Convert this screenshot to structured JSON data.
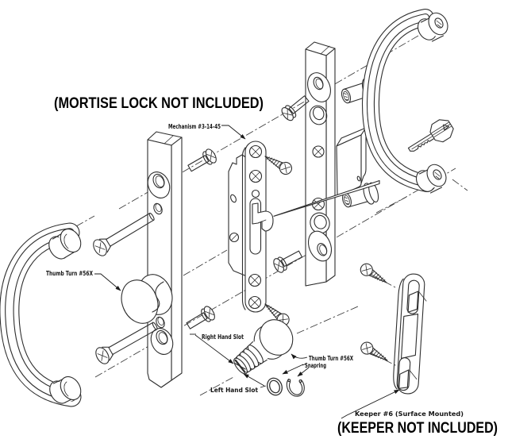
{
  "notes": {
    "mortise": "(MORTISE LOCK NOT INCLUDED)",
    "keeper": "(KEEPER NOT INCLUDED)"
  },
  "callouts": {
    "mechanism": "Mechanism #3-14-45",
    "thumb_turn": "Thumb Turn #56X",
    "right_hand_slot": "Right Hand Slot",
    "thumb_turn_2": "Thumb Turn #56X",
    "snapring": "Snapring",
    "left_hand_slot": "Left Hand Slot",
    "keeper_part": "Keeper #6 (Surface Mounted)"
  },
  "colors": {
    "background": "#ffffff",
    "line": "#2e2e2e",
    "text": "#000000"
  },
  "parts": [
    "interior-handle",
    "interior-plate",
    "thumb-turn-knob",
    "long-mounting-screws",
    "machine-screws",
    "mortise-lock-case",
    "mechanism-faceplate",
    "hook-bolt",
    "wood-screws",
    "exterior-plate",
    "lock-cylinder-box",
    "standoff-bushings",
    "spindle-rod",
    "exterior-handle",
    "key",
    "thumb-turn-assembly",
    "o-ring",
    "snap-ring",
    "keeper"
  ]
}
